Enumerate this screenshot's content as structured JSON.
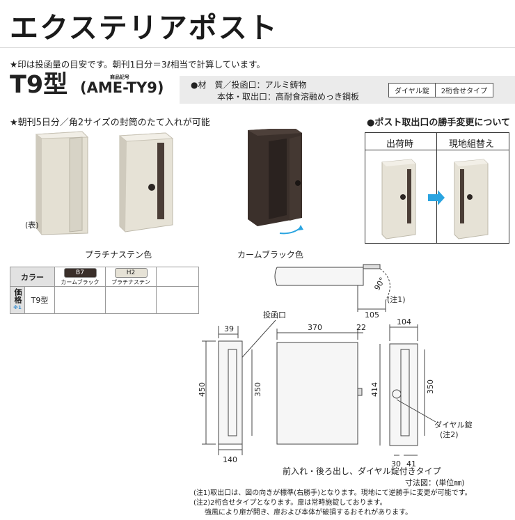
{
  "page": {
    "title": "エクステリアポスト",
    "note_unit": "★印は投函量の目安です。朝刊1日分＝3ℓ相当で計算しています。",
    "model_name": "T9型",
    "model_code_label": "商品記号",
    "model_code": "(AME-TY9)",
    "spec": {
      "material_label": "●材　質／投函口：アルミ鋳物",
      "material_line2": "本体・取出口：高耐食溶融めっき鋼板",
      "tags": [
        "ダイヤル錠",
        "2桁合せタイプ"
      ]
    },
    "note_capacity": "★朝刊5日分／角2サイズの封筒のたて入れが可能",
    "note_handedness": "●ポスト取出口の勝手変更について"
  },
  "photos": {
    "front_label": "(表)",
    "platinum_caption": "プラチナステン色",
    "black_caption": "カームブラック色"
  },
  "handedness": {
    "left_header": "出荷時",
    "right_header": "現地組替え",
    "arrow_color": "#2aa4e0"
  },
  "color_table": {
    "color_header": "カラー",
    "price_header": "価格",
    "price_note": "※1",
    "model_row": "T9型",
    "colors": [
      {
        "code": "B7",
        "name": "カームブラック",
        "hex": "#3a2f2a",
        "text_color": "#ffffff"
      },
      {
        "code": "H2",
        "name": "プラチナステン",
        "hex": "#e6e2d6",
        "text_color": "#222222"
      }
    ]
  },
  "drawing": {
    "top_view": {
      "depth": "105",
      "angle": "90°",
      "note": "(注1)"
    },
    "slot_label": "投函口",
    "side_view": {
      "top_width": "39",
      "height": "450",
      "inner_height": "350",
      "bottom_width": "140"
    },
    "front_view": {
      "width": "370",
      "offset": "22"
    },
    "door_view": {
      "width": "104",
      "height": "414",
      "inner_height": "350",
      "bottom_left": "30",
      "bottom_right": "41",
      "lock_label": "ダイヤル錠",
      "lock_note": "(注2)"
    },
    "caption": "前入れ・後ろ出し、ダイヤル錠付きタイプ",
    "unit": "寸法図：(単位㎜)"
  },
  "footnotes": [
    "(注1)取出口は、図の向きが標準(右勝手)となります。現地にて逆勝手に変更が可能です。",
    "(注2)2桁合せタイプとなります。扉は常時施錠しております。",
    "強風により扉が開き、扉および本体が破損するおそれがあります。"
  ]
}
